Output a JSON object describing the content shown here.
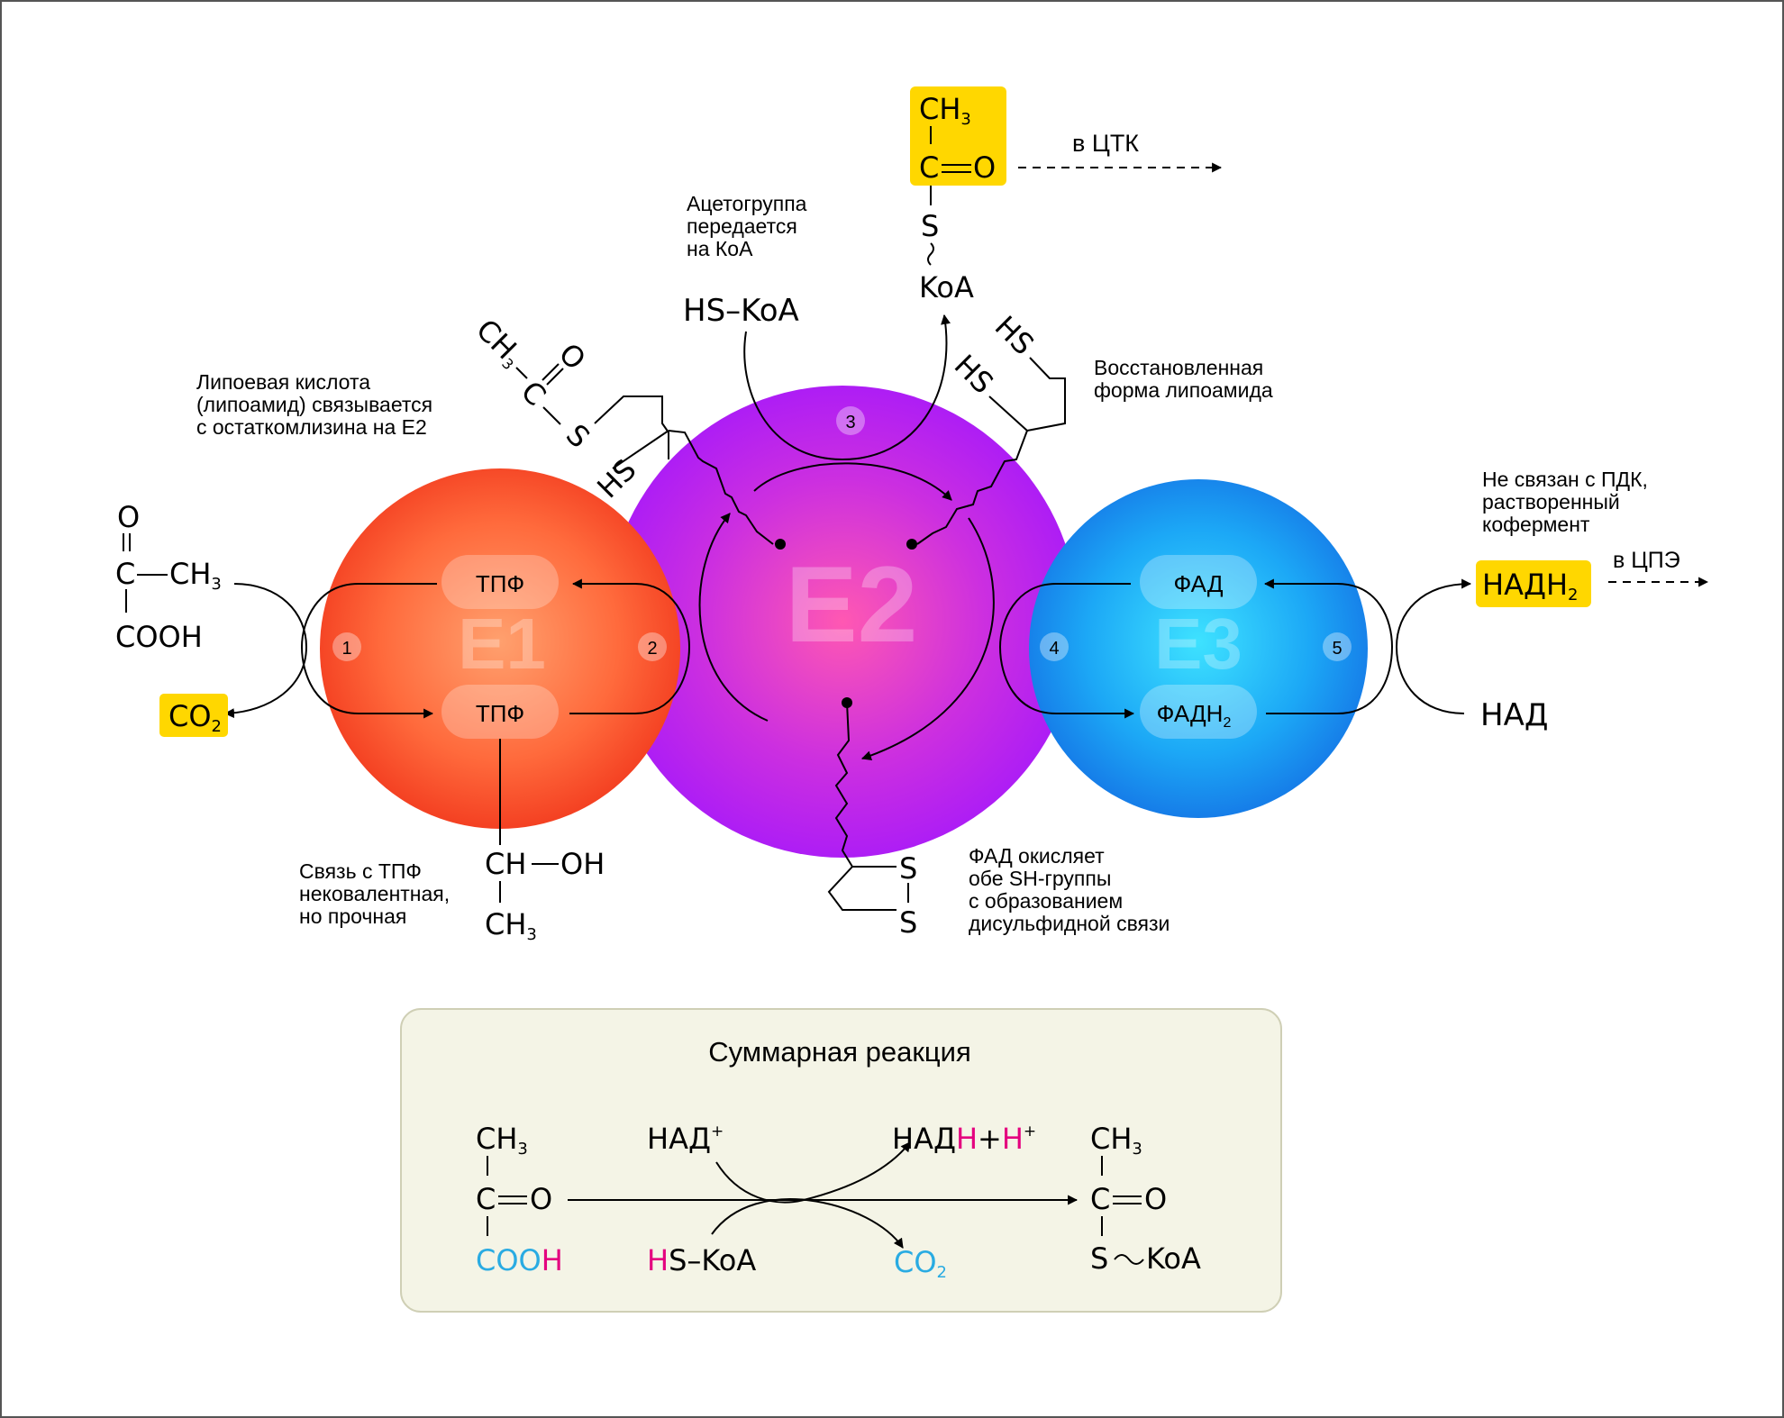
{
  "enzymes": {
    "e1": "E1",
    "e2": "E2",
    "e3": "E3"
  },
  "cofactors": {
    "tpp_top": "ТПФ",
    "tpp_bottom": "ТПФ",
    "fad": "ФАД",
    "fadh2_main": "ФАДН",
    "fadh2_sub": "2"
  },
  "steps": [
    "1",
    "2",
    "3",
    "4",
    "5"
  ],
  "pyruvate": {
    "o": "O",
    "c": "C",
    "ch3": "CH",
    "ch3_sub": "3",
    "cooh": "COOH"
  },
  "co2_box": {
    "main": "CO",
    "sub": "2"
  },
  "hydroxyethyl": {
    "ch": "CH",
    "oh": "OH",
    "ch3": "CH",
    "ch3_sub": "3"
  },
  "acetyl_lipoamide": {
    "ch3": "CH",
    "ch3_sub": "3",
    "c": "C",
    "o": "O",
    "s": "S",
    "hs": "HS"
  },
  "reduced_lipoamide": {
    "hs1": "HS",
    "hs2": "HS"
  },
  "oxidized_lipoamide": {
    "s1": "S",
    "s2": "S"
  },
  "hs_coa": "HS–KoA",
  "acetyl_coa": {
    "ch3": "CH",
    "ch3_sub": "3",
    "c": "C",
    "o": "O",
    "s": "S",
    "koa": "KoA"
  },
  "to_tca": "в ЦТК",
  "to_etc": "в ЦПЭ",
  "nadh2_box": {
    "main": "НАДН",
    "sub": "2"
  },
  "nad": "НАД",
  "notes": {
    "lipoic_1": "Липоевая кислота",
    "lipoic_2": "(липоамид) связывается",
    "lipoic_3": "с остаткомлизина на Е2",
    "acetyl_1": "Ацетогруппа",
    "acetyl_2": "передается",
    "acetyl_3": "на КоА",
    "reduced_1": "Восстановленная",
    "reduced_2": "форма липоамида",
    "nadh_1": "Не связан с ПДК,",
    "nadh_2": "растворенный",
    "nadh_3": "кофермент",
    "tpp_1": "Связь с ТПФ",
    "tpp_2": "нековалентная,",
    "tpp_3": "но прочная",
    "fad_1": "ФАД окисляет",
    "fad_2": "обе SH-группы",
    "fad_3": "с образованием",
    "fad_4": "дисульфидной связи"
  },
  "summary": {
    "title": "Суммарная реакция",
    "left": {
      "ch3": "CH",
      "ch3_sub": "3",
      "c": "C",
      "o": "O",
      "cooh": "COO",
      "h": "H"
    },
    "nad_plus": "НАД",
    "plus_sup": "+",
    "nadh_main": "НАД",
    "nadh_h1": "H",
    "nadh_plus": "+",
    "nadh_h2": "H",
    "nadh_sup": "+",
    "hs_h": "H",
    "hs_rest": "S–KoA",
    "co2": "CO",
    "co2_sub": "2",
    "right": {
      "ch3": "CH",
      "ch3_sub": "3",
      "c": "C",
      "o": "O",
      "s": "S",
      "koa": "KoA"
    }
  },
  "colors": {
    "e1": "#ff5a2e",
    "e2": "#b223f5",
    "e3": "#1b95f0",
    "highlight": "#ffd700",
    "summary_bg": "#f4f4e6",
    "cyan": "#29abe2",
    "magenta": "#e4007f"
  }
}
